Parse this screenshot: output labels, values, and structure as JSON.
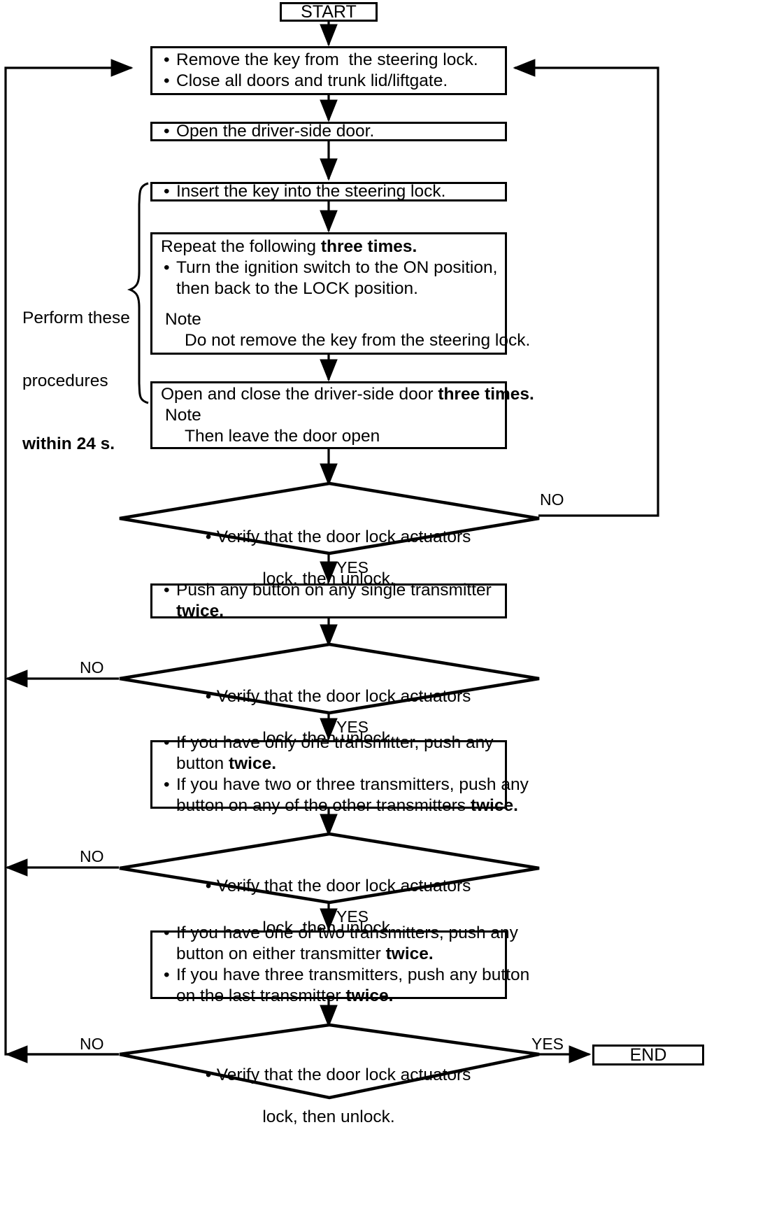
{
  "diagram": {
    "title_start": "START",
    "title_end": "END",
    "bracket_note": {
      "line1": "Perform these",
      "line2": "procedures",
      "line3": "within 24 s."
    },
    "labels": {
      "yes": "YES",
      "no": "NO"
    },
    "nodes": {
      "start": {
        "label": "START"
      },
      "step1": {
        "b1": "Remove the key from  the steering lock.",
        "b2": "Close all doors and trunk lid/liftgate."
      },
      "step2": {
        "b1": "Open the driver-side door."
      },
      "step3": {
        "b1": "Insert the key into the steering lock."
      },
      "step4": {
        "head_a": "Repeat the following ",
        "head_b": "three times.",
        "b1_l1": "Turn the ignition switch to the ON position,",
        "b1_l2": "then back to the LOCK position.",
        "note_title": "Note",
        "note_body": "Do not remove the key from the steering lock."
      },
      "step5": {
        "head_a": "Open and close the driver-side door ",
        "head_b": "three times.",
        "note_title": "Note",
        "note_body": "Then leave the door open"
      },
      "decision1": {
        "l1": "Verify that the door lock actuators",
        "l2": "lock, then unlock."
      },
      "step6": {
        "b1_l1": "Push any button on any single transmitter",
        "b1_l2": "twice."
      },
      "decision2": {
        "l1": "Verify that the door lock actuators",
        "l2": "lock, then unlock."
      },
      "step7": {
        "b1_l1": "If you have only one transmitter, push any",
        "b1_l2a": "button ",
        "b1_l2b": "twice.",
        "b2_l1": "If you have two or three transmitters, push any",
        "b2_l2a": "button on any of the other transmitters ",
        "b2_l2b": "twice."
      },
      "decision3": {
        "l1": "Verify that the door lock actuators",
        "l2": "lock, then unlock."
      },
      "step8": {
        "b1_l1": "If you have one or two transmitters, push any",
        "b1_l2a": "button on either transmitter ",
        "b1_l2b": "twice.",
        "b2_l1": "If you have three transmitters, push any button",
        "b2_l2a": "on the last transmitter ",
        "b2_l2b": "twice."
      },
      "decision4": {
        "l1": "Verify that the door lock actuators",
        "l2": "lock, then unlock."
      },
      "end": {
        "label": "END"
      }
    },
    "edge_labels": {
      "d1_no": "NO",
      "d1_yes": "YES",
      "d2_no": "NO",
      "d2_yes": "YES",
      "d3_no": "NO",
      "d3_yes": "YES",
      "d4_no": "NO",
      "d4_yes": "YES"
    },
    "colors": {
      "stroke": "#000000",
      "background": "#ffffff"
    }
  }
}
